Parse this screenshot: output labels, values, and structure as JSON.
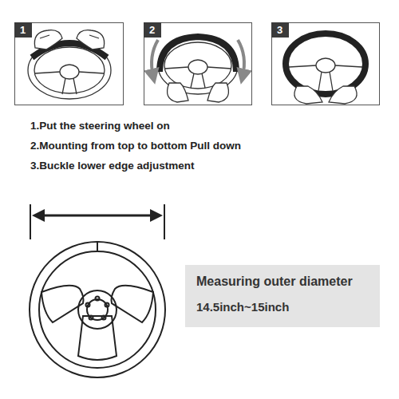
{
  "diagram": {
    "nodes": [
      {
        "text": [
          "1"
        ]
      },
      {
        "text": [
          "2"
        ]
      },
      {
        "text": [
          "3"
        ]
      },
      {
        "text": [
          "Measuring outer diameter",
          "14.5inch~15inch"
        ]
      }
    ],
    "labels": [
      "1.Put the steering wheel on",
      "2.Mounting from top to bottom Pull down",
      "3.Buckle lower edge adjustment"
    ]
  }
}
